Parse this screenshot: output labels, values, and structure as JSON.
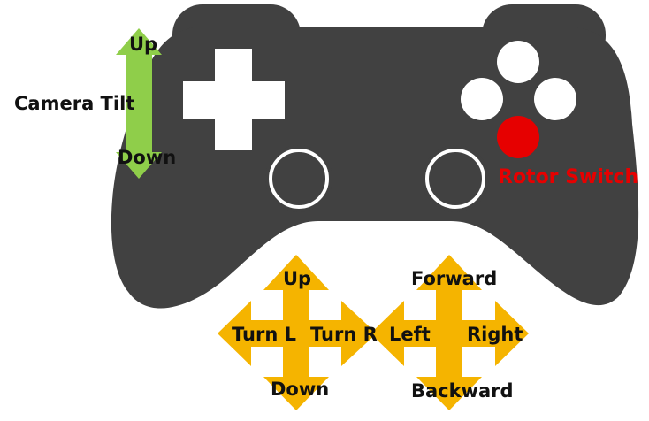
{
  "diagram": {
    "camera_tilt": {
      "label": "Camera Tilt",
      "up": "Up",
      "down": "Down"
    },
    "rotor_switch": "Rotor Switch",
    "left_stick": {
      "up": "Up",
      "down": "Down",
      "left": "Turn L",
      "right": "Turn R"
    },
    "right_stick": {
      "up": "Forward",
      "down": "Backward",
      "left": "Left",
      "right": "Right"
    }
  },
  "colors": {
    "controller": "#414141",
    "button": "#ffffff",
    "highlight_button": "#e60000",
    "tilt_arrow": "#8fce4a",
    "move_arrows": "#f5b400",
    "label_text": "#111111",
    "rotor_text": "#e60000"
  }
}
